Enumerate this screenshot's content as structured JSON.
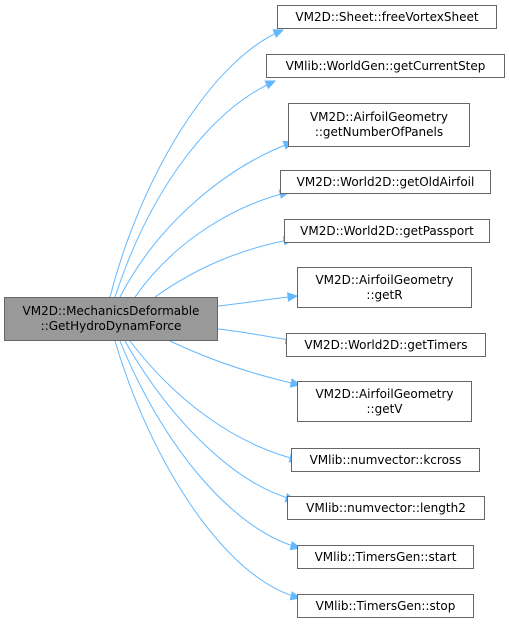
{
  "root": {
    "line1": "VM2D::MechanicsDeformable",
    "line2": "::GetHydroDynamForce"
  },
  "callees": [
    {
      "id": "freeVortexSheet",
      "line1": "VM2D::Sheet::freeVortexSheet",
      "line2": ""
    },
    {
      "id": "getCurrentStep",
      "line1": "VMlib::WorldGen::getCurrentStep",
      "line2": ""
    },
    {
      "id": "getNumberOfPanels",
      "line1": "VM2D::AirfoilGeometry",
      "line2": "::getNumberOfPanels"
    },
    {
      "id": "getOldAirfoil",
      "line1": "VM2D::World2D::getOldAirfoil",
      "line2": ""
    },
    {
      "id": "getPassport",
      "line1": "VM2D::World2D::getPassport",
      "line2": ""
    },
    {
      "id": "getR",
      "line1": "VM2D::AirfoilGeometry",
      "line2": "::getR"
    },
    {
      "id": "getTimers",
      "line1": "VM2D::World2D::getTimers",
      "line2": ""
    },
    {
      "id": "getV",
      "line1": "VM2D::AirfoilGeometry",
      "line2": "::getV"
    },
    {
      "id": "kcross",
      "line1": "VMlib::numvector::kcross",
      "line2": ""
    },
    {
      "id": "length2",
      "line1": "VMlib::numvector::length2",
      "line2": ""
    },
    {
      "id": "start",
      "line1": "VMlib::TimersGen::start",
      "line2": ""
    },
    {
      "id": "stop",
      "line1": "VMlib::TimersGen::stop",
      "line2": ""
    }
  ],
  "colors": {
    "edge": "#63b8ff",
    "node_border": "#666666",
    "root_fill": "#999999",
    "node_fill": "#ffffff"
  }
}
